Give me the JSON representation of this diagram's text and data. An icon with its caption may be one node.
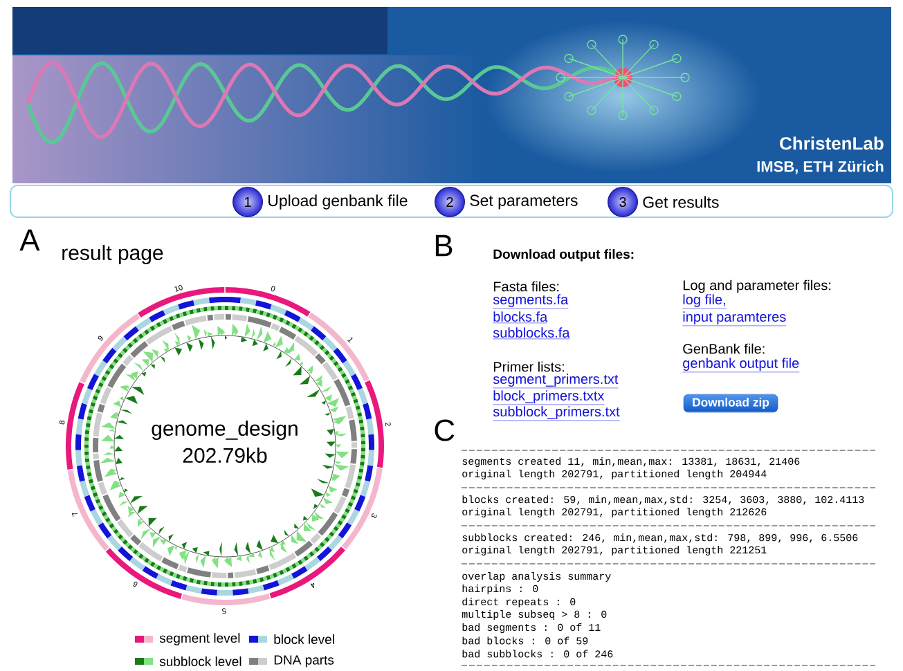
{
  "diagram": {
    "nodes": [
      {
        "text": [
          "1"
        ],
        "beside": [
          "Upload genbank file"
        ]
      },
      {
        "text": [
          "2"
        ],
        "beside": [
          "Set parameters"
        ]
      },
      {
        "text": [
          "3"
        ],
        "beside": [
          "Get results"
        ]
      },
      {
        "text": [
          "Download zip"
        ]
      }
    ],
    "edges": [],
    "labels": [
      "ChristenLab",
      "IMSB, ETH Zürich",
      "A",
      "result page",
      "10",
      "0",
      "1",
      "2",
      "3",
      "4",
      "5",
      "6",
      "7",
      "8",
      "9",
      "genome_design",
      "202.79kb",
      "B",
      "Download output files:",
      "Fasta files:",
      "segments.fa",
      "blocks.fa",
      "subblocks.fa",
      "Primer lists:",
      "segment_primers.txt",
      "block_primers.txtx",
      "subblock_primers.txt",
      "Log and parameter files:",
      "log file,",
      "input paramteres",
      "GenBank file:",
      "genbank output file",
      "C",
      "segments created 11, min,mean,max: 13381, 18631, 21406",
      "original length 202791, partitioned length 204944",
      "blocks created: 59, min,mean,max,std: 3254, 3603, 3880, 102.4113",
      "original length 202791, partitioned length 212626",
      "subblocks created: 246, min,mean,max,std: 798, 899, 996, 6.5506",
      "original length 202791, partitioned length 221251",
      "overlap analysis summary",
      "hairpins             : 0",
      "direct repeats       : 0",
      "multiple subseq > 8 : 0",
      "bad segments         : 0 of 11",
      "bad blocks           : 0 of 59",
      "bad subblocks        : 0 of 246"
    ],
    "legend": [
      {
        "text": "segment level",
        "color": "#e8187c"
      },
      {
        "text": "block level",
        "color": "#1414d8"
      },
      {
        "text": "subblock level",
        "color": "#1a7a1a"
      },
      {
        "text": "DNA parts",
        "color": "#808080"
      }
    ]
  }
}
